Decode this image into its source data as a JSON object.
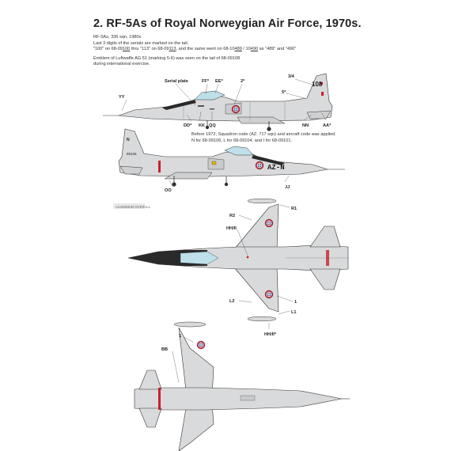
{
  "title": "2. RF-5As of Royal Norweygian Air Force, 1970s.",
  "note1": {
    "line1": "RF-5As, 336 sqn, 1980s",
    "line2": "Last 3 digits of the serials are marked on the tail.",
    "line3_a": "\"100\" on 68-09",
    "line3_b": "100",
    "line3_c": " thru \"113\" on 68-09",
    "line3_d": "113",
    "line3_e": ", and the same went on 68-10",
    "line3_f": "489",
    "line3_g": " / 10",
    "line3_h": "490",
    "line3_i": " as \"489\" and \"490\"",
    "line4": "Emblem of Luftwaffe AG 51 (marking 5-6) was seen on the tail of 68-09108",
    "line5": "during international exercise."
  },
  "note2": {
    "line1": "Before 1972, Squadron code (AZ: 717 sqn) and aircraft code was applied.",
    "line2": "N for 68-09106, L for 68-09104, and I for 68-09101."
  },
  "legend_text": "ALUMINIUM OVERALL",
  "aircraft1": {
    "tail_number": "108",
    "callouts": {
      "serial_plate": "Serial plate",
      "ff": "FF*",
      "ee": "EE*",
      "two": "2*",
      "three_four": "3/4",
      "five": "5*",
      "yy": "YY",
      "dd": "DD*",
      "kk": "KK",
      "qq": "QQ",
      "nn": "NN",
      "aa": "AA*"
    }
  },
  "aircraft2": {
    "code": "AZ-N",
    "nose_code": "89106",
    "tail_letter": "N",
    "callouts": {
      "oo": "OO",
      "jj": "JJ"
    }
  },
  "topview": {
    "callouts": {
      "r1": "R1",
      "r2": "R2",
      "hh": "HH/II",
      "one": "1",
      "l2": "L2",
      "l1": "L1",
      "hh2": "HH/II*"
    }
  },
  "bottomview": {
    "callouts": {
      "bb": "BB",
      "one": "1"
    }
  },
  "colors": {
    "aluminium": "#d9dadb",
    "line": "#333333",
    "roundel_red": "#c8202e",
    "roundel_blue": "#1f3c88",
    "canopy": "#bde0ea",
    "antiglare": "#2a2a2a"
  }
}
